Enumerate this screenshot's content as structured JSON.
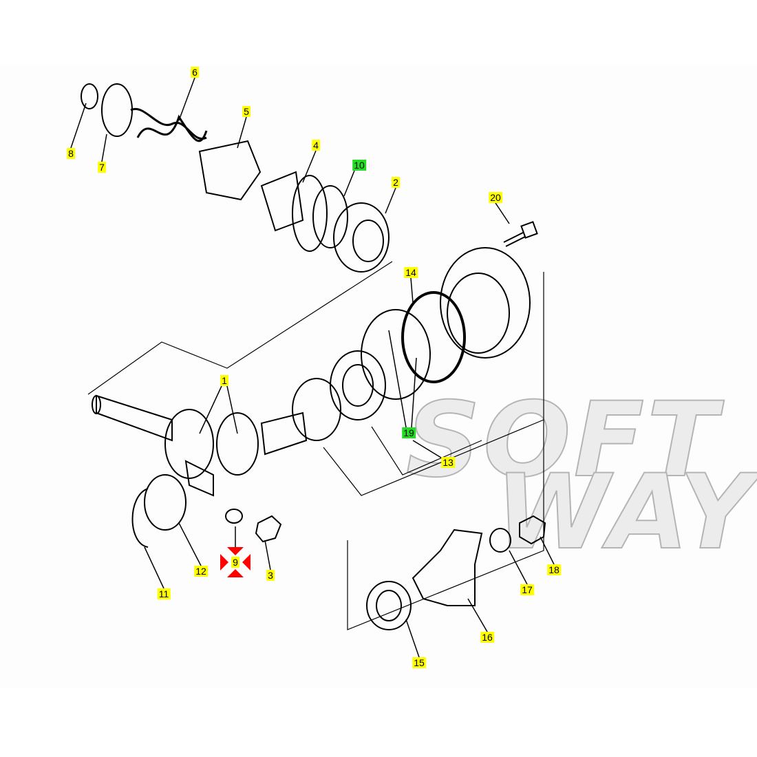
{
  "watermark": {
    "line1": "SOFT",
    "line2": "WAY"
  },
  "callouts": [
    {
      "id": "6",
      "label": "6",
      "highlight": "yellow"
    },
    {
      "id": "5",
      "label": "5",
      "highlight": "yellow"
    },
    {
      "id": "8",
      "label": "8",
      "highlight": "yellow"
    },
    {
      "id": "7",
      "label": "7",
      "highlight": "yellow"
    },
    {
      "id": "4",
      "label": "4",
      "highlight": "yellow"
    },
    {
      "id": "10",
      "label": "10",
      "highlight": "green"
    },
    {
      "id": "2",
      "label": "2",
      "highlight": "yellow"
    },
    {
      "id": "20",
      "label": "20",
      "highlight": "yellow"
    },
    {
      "id": "14",
      "label": "14",
      "highlight": "yellow"
    },
    {
      "id": "1",
      "label": "1",
      "highlight": "yellow"
    },
    {
      "id": "19",
      "label": "19",
      "highlight": "green"
    },
    {
      "id": "13",
      "label": "13",
      "highlight": "yellow"
    },
    {
      "id": "12",
      "label": "12",
      "highlight": "yellow"
    },
    {
      "id": "9",
      "label": "9",
      "highlight": "yellow",
      "selected": true
    },
    {
      "id": "3",
      "label": "3",
      "highlight": "yellow"
    },
    {
      "id": "11",
      "label": "11",
      "highlight": "yellow"
    },
    {
      "id": "18",
      "label": "18",
      "highlight": "yellow"
    },
    {
      "id": "17",
      "label": "17",
      "highlight": "yellow"
    },
    {
      "id": "16",
      "label": "16",
      "highlight": "yellow"
    },
    {
      "id": "15",
      "label": "15",
      "highlight": "yellow"
    }
  ],
  "colors": {
    "yellow": "#ffff00",
    "green": "#22dd22",
    "marker": "#ff0000"
  }
}
